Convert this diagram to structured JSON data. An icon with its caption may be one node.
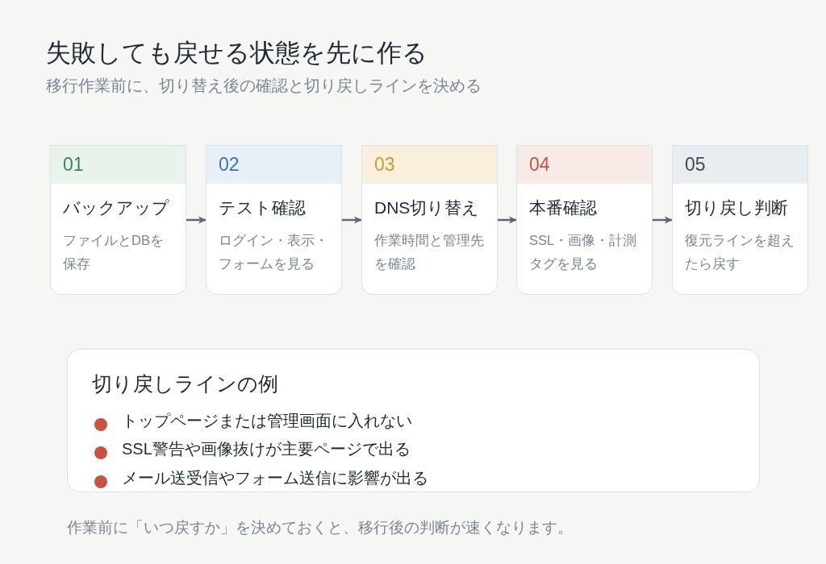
{
  "diagram": {
    "title": "失敗しても戻せる状態を先に作る",
    "caption": "作業前に「いつ戻すか」を決めておくと、移行後の判断が速くなります。",
    "nodes": [
      {
        "text": [
          "01",
          "バックアップ",
          "ファイルとDBを保存"
        ]
      },
      {
        "text": [
          "02",
          "テスト確認",
          "ログイン・表示・フォームを見る"
        ]
      },
      {
        "text": [
          "03",
          "DNS切り替え",
          "作業時間と管理先を確認"
        ]
      },
      {
        "text": [
          "04",
          "本番確認",
          "SSL・画像・計測タグを見る"
        ]
      },
      {
        "text": [
          "05",
          "切り戻し判断",
          "復元ラインを超えたら戻す"
        ]
      },
      {
        "text": [
          "切り戻しラインの例",
          "トップページまたは管理画面に入れない",
          "SSL警告や画像抜けが主要ページで出る",
          "メール送受信やフォーム送信に影響が出る"
        ]
      }
    ],
    "edges": [
      {
        "from": 0,
        "to": 1,
        "arrow": "to"
      },
      {
        "from": 1,
        "to": 2,
        "arrow": "to"
      },
      {
        "from": 2,
        "to": 3,
        "arrow": "to"
      },
      {
        "from": 3,
        "to": 4,
        "arrow": "to"
      }
    ],
    "labels": [
      "移行作業前に、切り替え後の確認と切り戻しラインを決める"
    ]
  }
}
